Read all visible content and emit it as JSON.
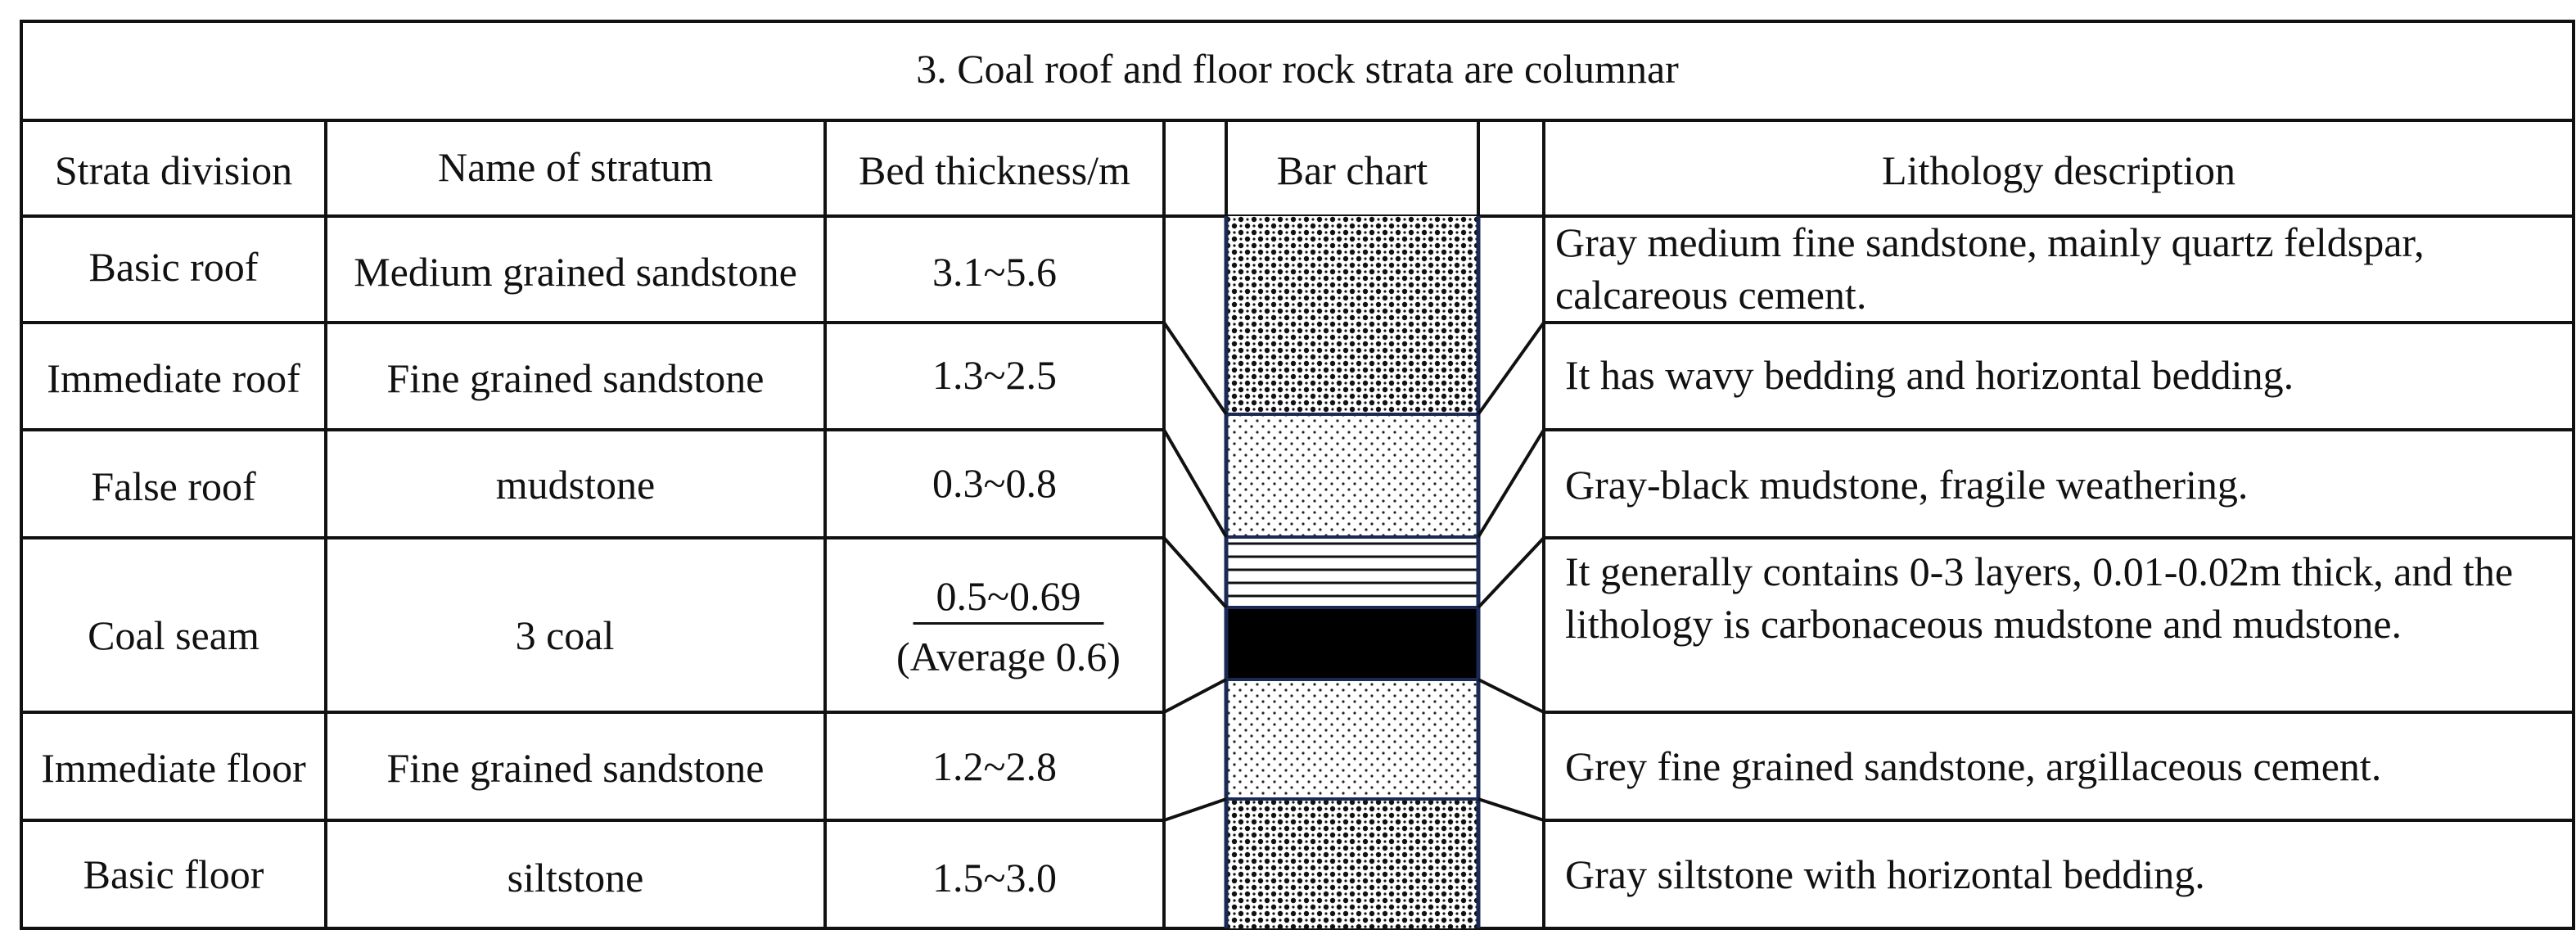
{
  "title": "3. Coal roof and floor rock strata are columnar",
  "headers": {
    "division": "Strata division",
    "name": "Name of stratum",
    "thickness": "Bed thickness/m",
    "bar_chart": "Bar chart",
    "description": "Lithology description"
  },
  "rows": [
    {
      "division": "Basic roof",
      "name": "Medium grained sandstone",
      "thickness": "3.1~5.6",
      "description": "Gray medium fine sandstone, mainly quartz feldspar, calcareous cement.",
      "pattern": "coarse-dots"
    },
    {
      "division": "Immediate roof",
      "name": "Fine grained sandstone",
      "thickness": "1.3~2.5",
      "description": "It has wavy bedding and horizontal bedding.",
      "pattern": "coarse-dots"
    },
    {
      "division": "False roof",
      "name": "mudstone",
      "thickness": "0.3~0.8",
      "description": "Gray-black mudstone, fragile weathering.",
      "pattern": "fine-dots"
    },
    {
      "division": "Coal seam",
      "name": "3 coal",
      "thickness": "0.5~0.69",
      "thickness_note": "(Average 0.6)",
      "description": "It generally contains 0-3 layers, 0.01-0.02m thick, and the lithology is carbonaceous mudstone and mudstone.",
      "pattern": "horizontal-lines + solid-black"
    },
    {
      "division": "Immediate floor",
      "name": "Fine grained sandstone",
      "thickness": "1.2~2.8",
      "description": "Grey fine grained sandstone, argillaceous cement.",
      "pattern": "fine-dots"
    },
    {
      "division": "Basic floor",
      "name": "siltstone",
      "thickness": "1.5~3.0",
      "description": "Gray siltstone with horizontal bedding.",
      "pattern": "coarse-dots"
    }
  ],
  "colors": {
    "line": "#111111",
    "column_border": "#1a2a55",
    "coal": "#000000",
    "background": "#ffffff"
  }
}
